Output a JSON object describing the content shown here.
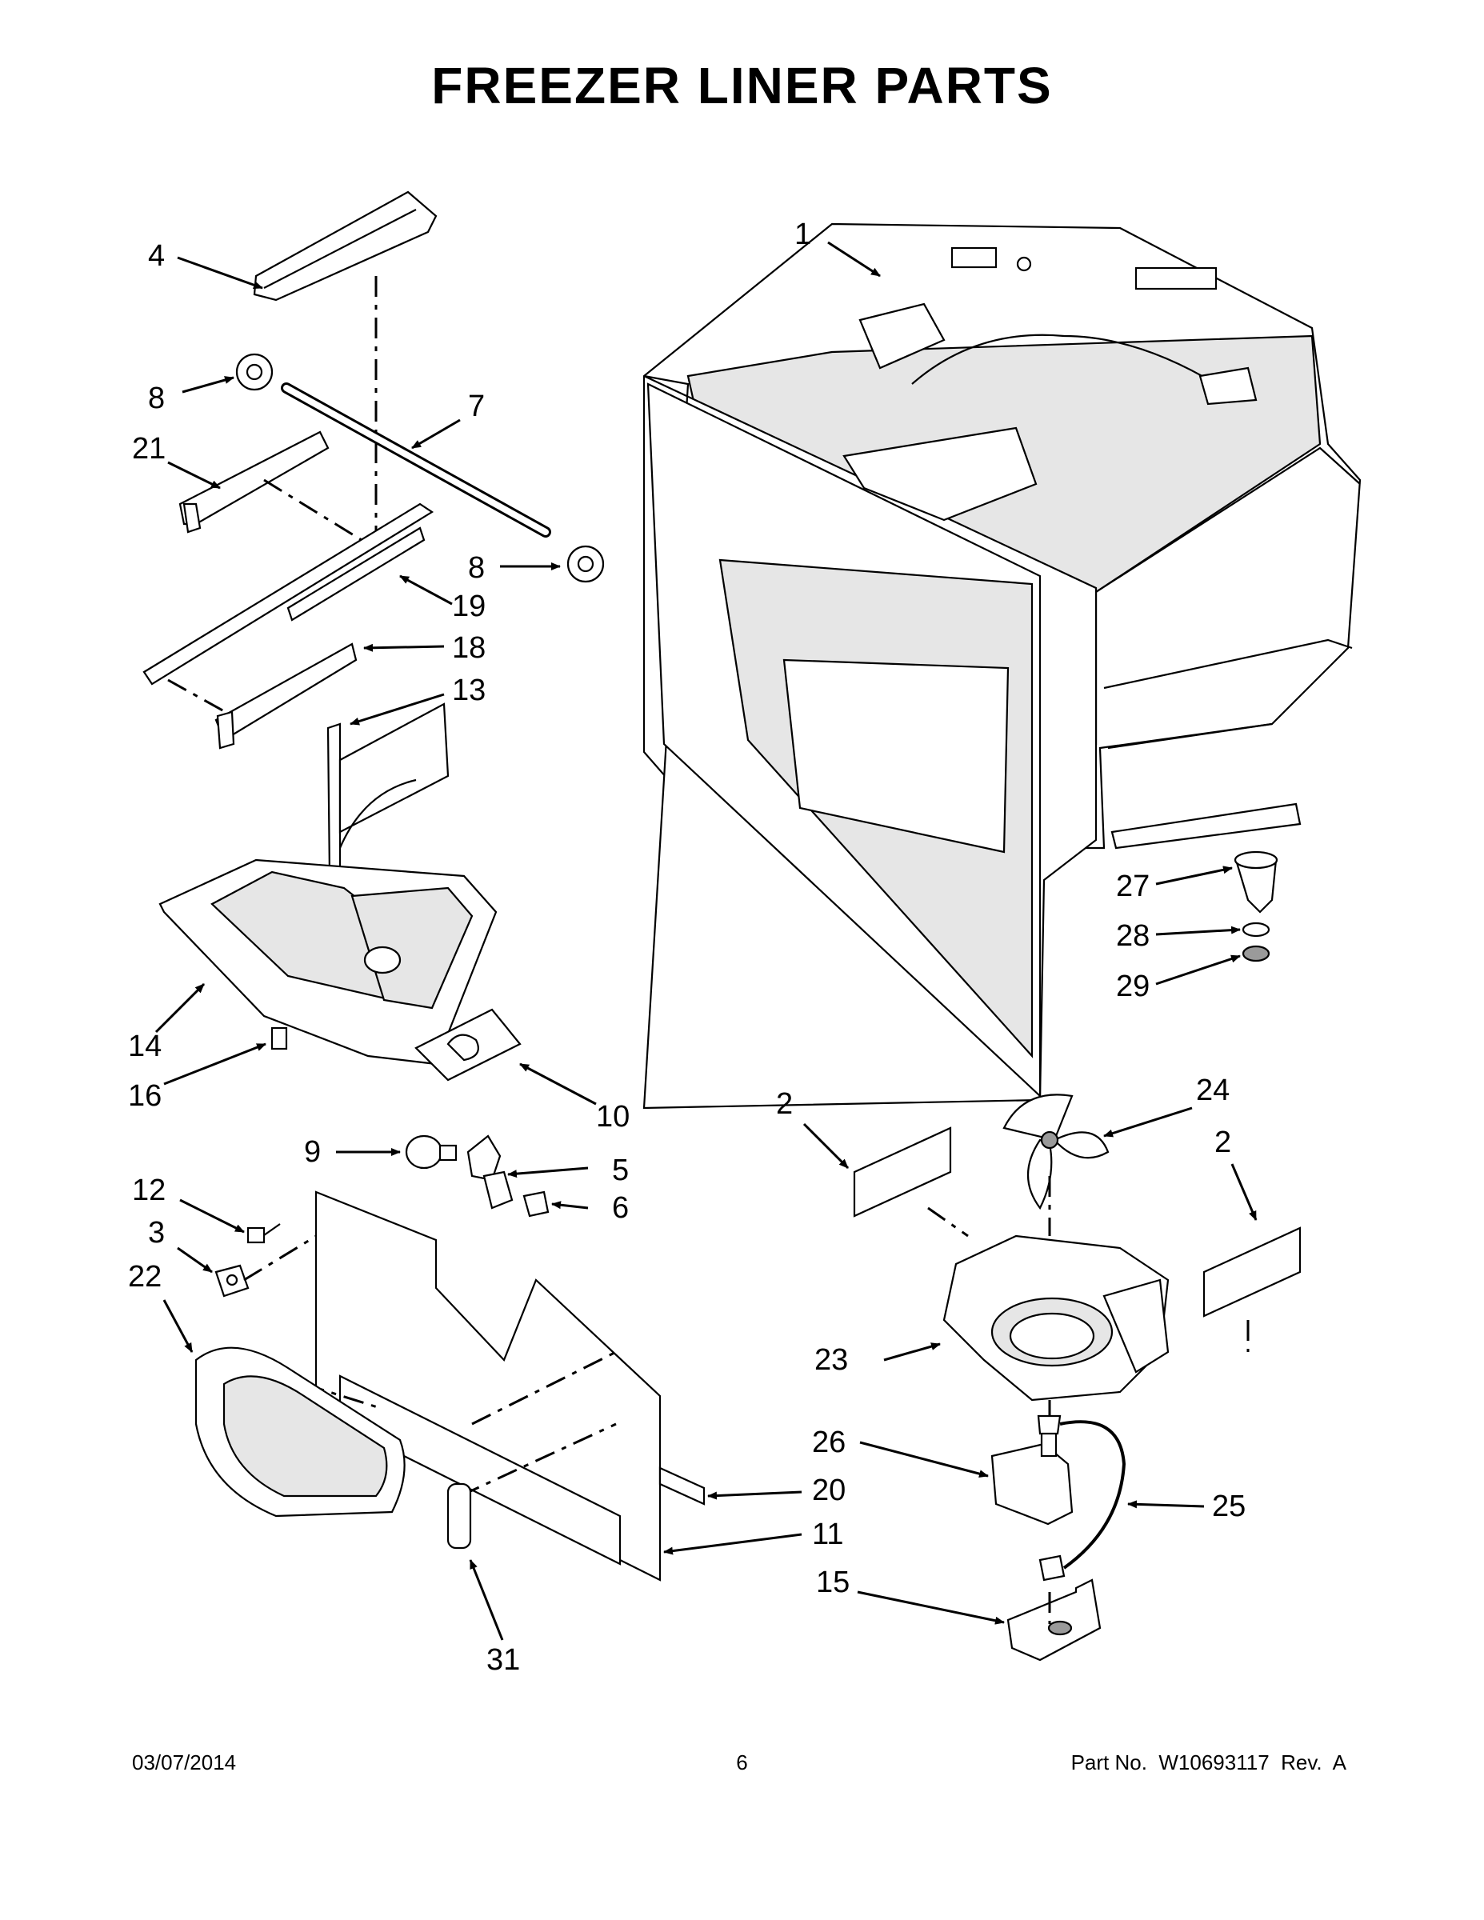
{
  "title": "FREEZER LINER PARTS",
  "callouts": [
    {
      "id": "4",
      "label": "4"
    },
    {
      "id": "1",
      "label": "1"
    },
    {
      "id": "8a",
      "label": "8"
    },
    {
      "id": "7",
      "label": "7"
    },
    {
      "id": "21",
      "label": "21"
    },
    {
      "id": "8b",
      "label": "8"
    },
    {
      "id": "19",
      "label": "19"
    },
    {
      "id": "18",
      "label": "18"
    },
    {
      "id": "13",
      "label": "13"
    },
    {
      "id": "27",
      "label": "27"
    },
    {
      "id": "28",
      "label": "28"
    },
    {
      "id": "29",
      "label": "29"
    },
    {
      "id": "14",
      "label": "14"
    },
    {
      "id": "16",
      "label": "16"
    },
    {
      "id": "10",
      "label": "10"
    },
    {
      "id": "2a",
      "label": "2"
    },
    {
      "id": "24",
      "label": "24"
    },
    {
      "id": "2b",
      "label": "2"
    },
    {
      "id": "9",
      "label": "9"
    },
    {
      "id": "5",
      "label": "5"
    },
    {
      "id": "6",
      "label": "6"
    },
    {
      "id": "12",
      "label": "12"
    },
    {
      "id": "3",
      "label": "3"
    },
    {
      "id": "22",
      "label": "22"
    },
    {
      "id": "23",
      "label": "23"
    },
    {
      "id": "26",
      "label": "26"
    },
    {
      "id": "25",
      "label": "25"
    },
    {
      "id": "20",
      "label": "20"
    },
    {
      "id": "11",
      "label": "11"
    },
    {
      "id": "15",
      "label": "15"
    },
    {
      "id": "31",
      "label": "31"
    }
  ],
  "footer": {
    "date": "03/07/2014",
    "page": "6",
    "part": "Part No.  W10693117  Rev.  A"
  }
}
